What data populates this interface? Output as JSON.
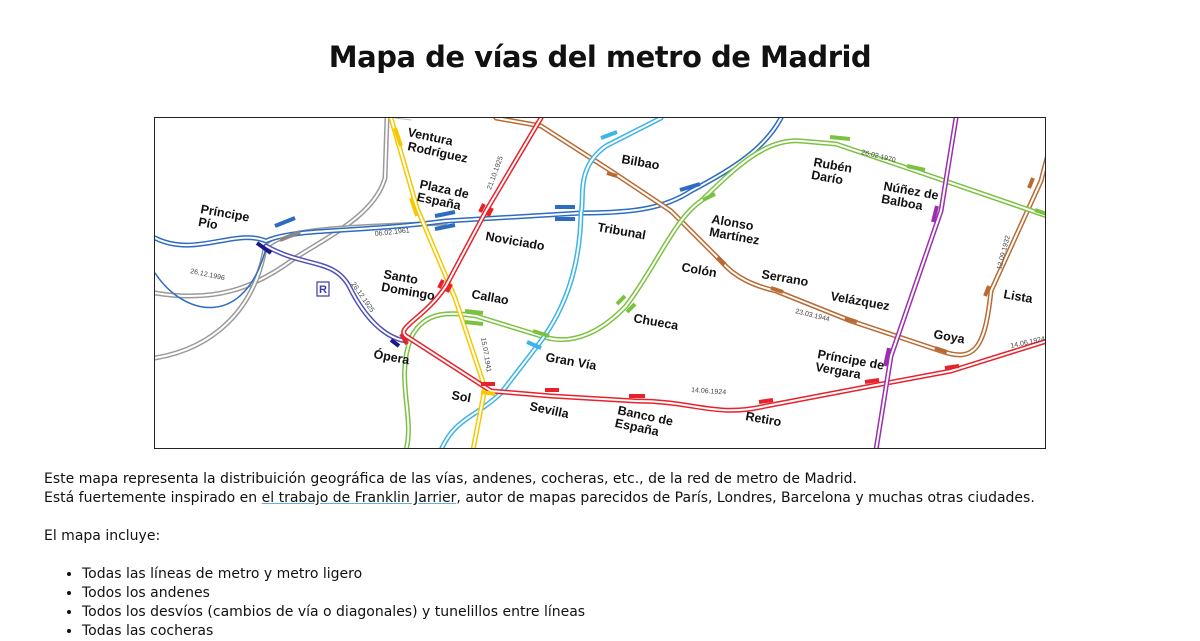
{
  "page": {
    "title": "Mapa de vías del metro de Madrid"
  },
  "map": {
    "stations": [
      "Ventura Rodríguez",
      "Plaza de España",
      "Príncipe Pío",
      "Noviciado",
      "Bilbao",
      "Tribunal",
      "Alonso Martínez",
      "Rubén Darío",
      "Núñez de Balboa",
      "Santo Domingo",
      "Callao",
      "Ópera",
      "Sol",
      "Gran Vía",
      "Chueca",
      "Colón",
      "Serrano",
      "Velázquez",
      "Goya",
      "Lista",
      "Príncipe de Vergara",
      "Sevilla",
      "Banco de España",
      "Retiro"
    ],
    "dates": [
      "06.02.1961",
      "26.12.1996",
      "26.12.1925",
      "21.10.1925",
      "15.07.1941",
      "26.02.1970",
      "23.03.1944",
      "12.09.1932",
      "14.06.1924",
      "14.06.1924"
    ],
    "ramal_badge": "R",
    "line_colors": {
      "l1": "#3cb4e6",
      "l2": "#e8222a",
      "l3": "#f5c800",
      "l4": "#b86b33",
      "l5": "#7cc242",
      "l9": "#9b2fae",
      "l10": "#2d6cc0",
      "ramal": "#5050b8",
      "grey": "#9a9a9a"
    }
  },
  "content": {
    "intro_line1": "Este mapa representa la distribuición geográfica de las vías, andenes, cocheras, etc., de la red de metro de Madrid.",
    "intro_line2_pre": "Está fuertemente inspirado en ",
    "intro_link": "el trabajo de Franklin Jarrier",
    "intro_line2_post": ", autor de mapas parecidos de París, Londres, Barcelona y muchas otras ciudades.",
    "includes_heading": "El mapa incluye:",
    "includes": [
      "Todas las líneas de metro y metro ligero",
      "Todos los andenes",
      "Todos los desvíos (cambios de vía o diagonales) y tunelillos entre líneas",
      "Todas las cocheras"
    ]
  }
}
